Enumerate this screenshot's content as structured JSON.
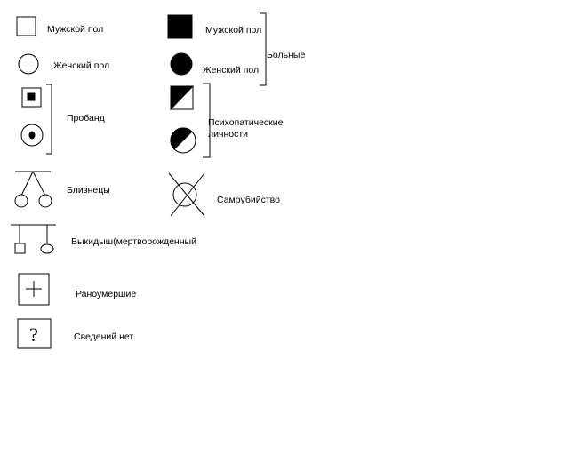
{
  "labels": {
    "male": "Мужской пол",
    "female": "Женский пол",
    "proband": "Пробанд",
    "twins": "Близнецы",
    "miscarriage": "Выкидыш(мертворожденный",
    "early_deceased": "Раноумершие",
    "no_info": "Сведений нет",
    "affected_male": "Мужской пол",
    "affected_female": "Женский пол",
    "affected_group": "Больные",
    "psychopathic": "Психопатические личности",
    "suicide": "Самоубийство"
  },
  "glyphs": {
    "unknown": "?"
  },
  "colors": {
    "ink": "#000000",
    "background": "#ffffff"
  }
}
